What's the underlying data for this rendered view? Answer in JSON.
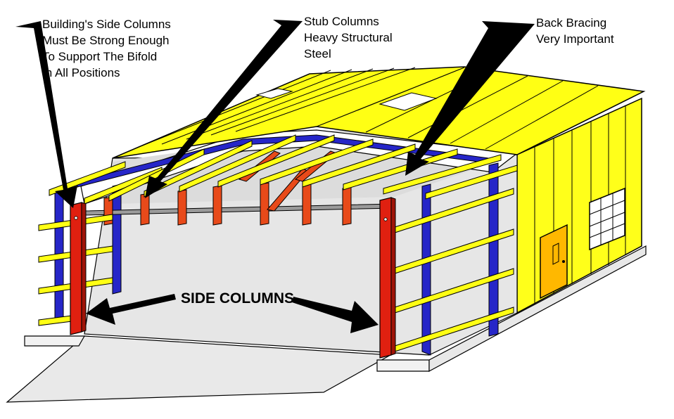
{
  "callouts": {
    "side_columns_note": {
      "lines": [
        "Building's Side Columns",
        "Must Be Strong Enough",
        "To Support The Bifold",
        "In All Positions"
      ]
    },
    "stub_columns_note": {
      "lines": [
        "Stub Columns",
        "Heavy Structural",
        "Steel"
      ]
    },
    "back_bracing_note": {
      "lines": [
        "Back Bracing",
        "Very Important"
      ]
    },
    "side_columns_label": "SIDE COLUMNS"
  },
  "colors": {
    "roof_yellow": "#ffff14",
    "wall_yellow": "#ffff1a",
    "steel_blue": "#2626c8",
    "column_red": "#e02010",
    "stub_red": "#e84a1a",
    "interior_gray": "#e6e6e6",
    "door_orange": "#ffb800",
    "header_gray": "#cfcfcf"
  }
}
